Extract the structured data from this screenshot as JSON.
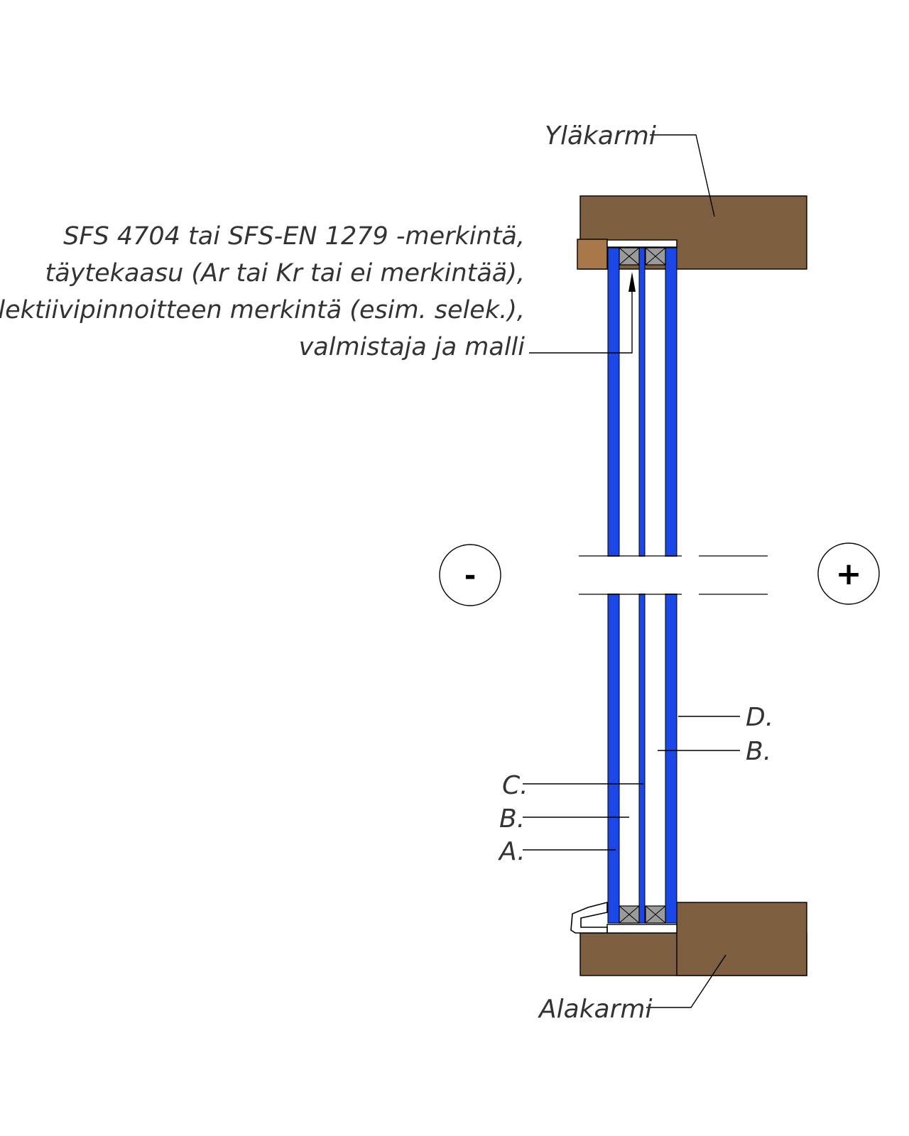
{
  "labels": {
    "top_frame": "Yläkarmi",
    "bottom_frame": "Alakarmi",
    "marking_lines": [
      "SFS 4704 tai SFS-EN 1279 -merkintä,",
      "täytekaasu (Ar tai Kr tai ei merkintää),",
      "selektiivipinnoitteen merkintä (esim. selek.),",
      "valmistaja ja malli"
    ],
    "layer_d": "D.",
    "layer_b_right": "B.",
    "layer_c": "C.",
    "layer_b_left": "B.",
    "layer_a": "A.",
    "side_minus": "-",
    "side_plus": "+"
  },
  "colors": {
    "wood": "#7f5f42",
    "wood_light": "#a8784a",
    "glass": "#1a47e6",
    "spacer": "#9a9a9a",
    "line": "#000000"
  }
}
